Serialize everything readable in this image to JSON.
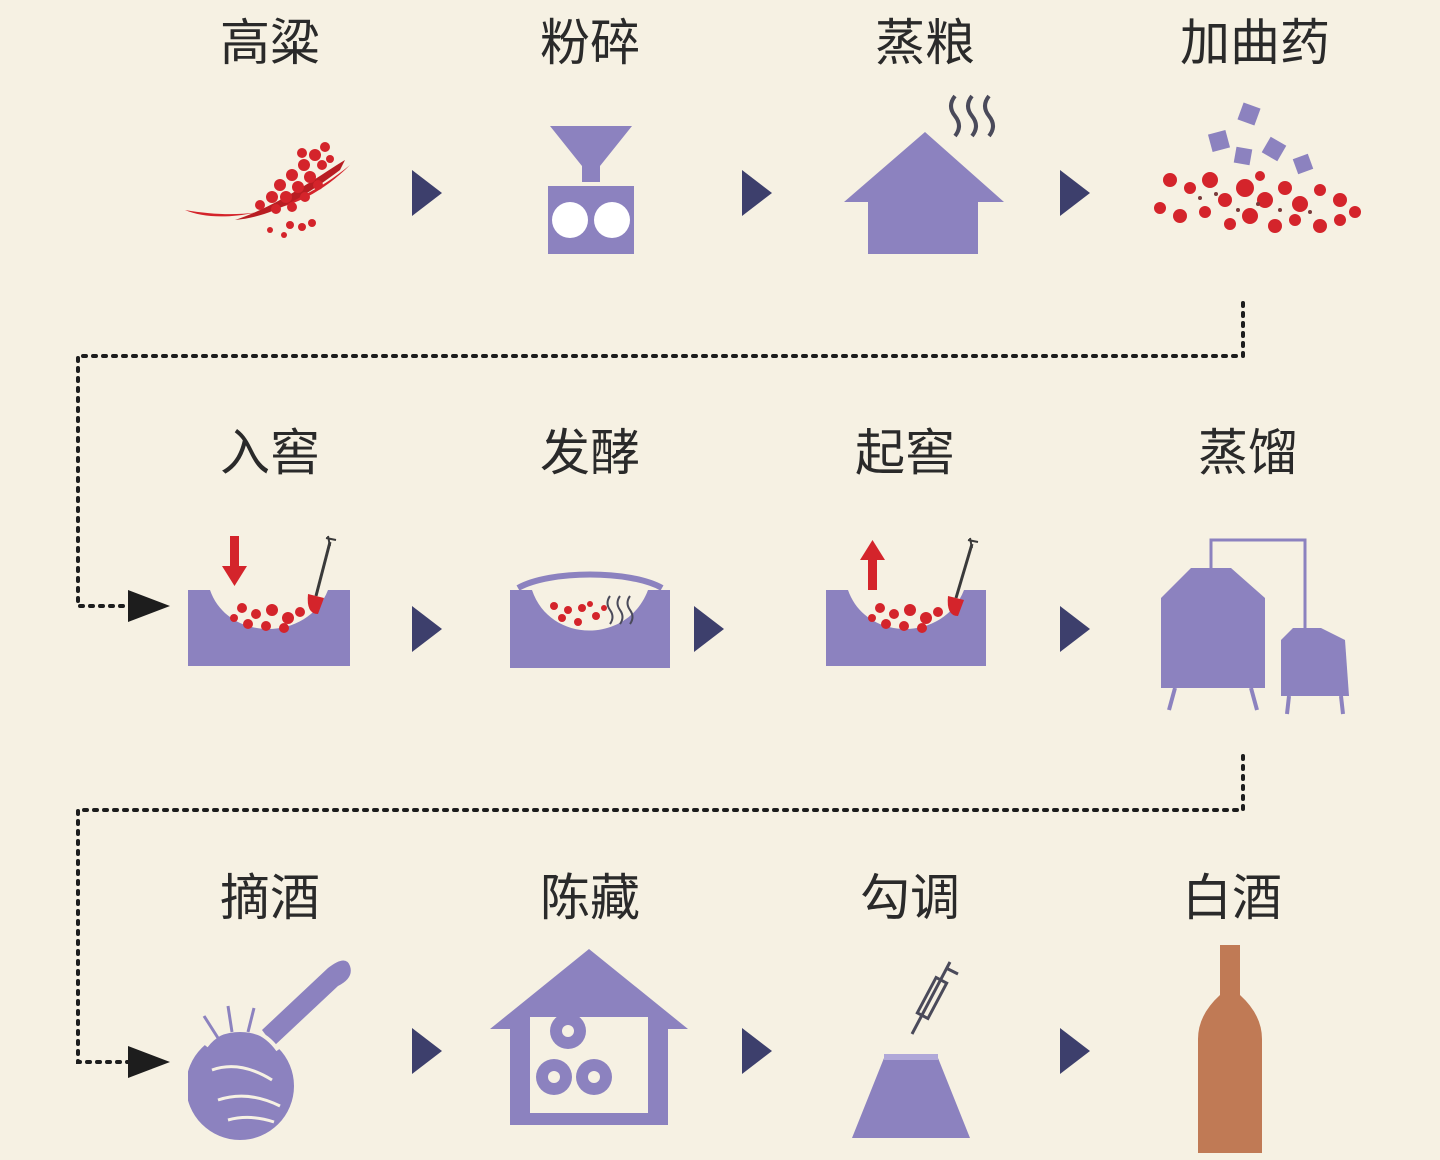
{
  "steps": [
    {
      "label": "高粱",
      "icon": "sorghum-icon"
    },
    {
      "label": "粉碎",
      "icon": "grinder-icon"
    },
    {
      "label": "蒸粮",
      "icon": "steamer-icon"
    },
    {
      "label": "加曲药",
      "icon": "yeast-starter-icon"
    },
    {
      "label": "入窖",
      "icon": "pit-in-icon"
    },
    {
      "label": "发酵",
      "icon": "fermentation-pit-icon"
    },
    {
      "label": "起窖",
      "icon": "pit-out-icon"
    },
    {
      "label": "蒸馏",
      "icon": "distiller-icon"
    },
    {
      "label": "摘酒",
      "icon": "collecting-liquor-icon"
    },
    {
      "label": "陈藏",
      "icon": "storage-cellar-icon"
    },
    {
      "label": "勾调",
      "icon": "blending-icon"
    },
    {
      "label": "白酒",
      "icon": "bottle-icon"
    }
  ],
  "colors": {
    "background": "#f6f1e3",
    "purple": "#8c82bf",
    "red": "#d4242b",
    "arrow": "#3d3f6c",
    "bottle": "#c07a55",
    "text": "#2a2a2a"
  }
}
